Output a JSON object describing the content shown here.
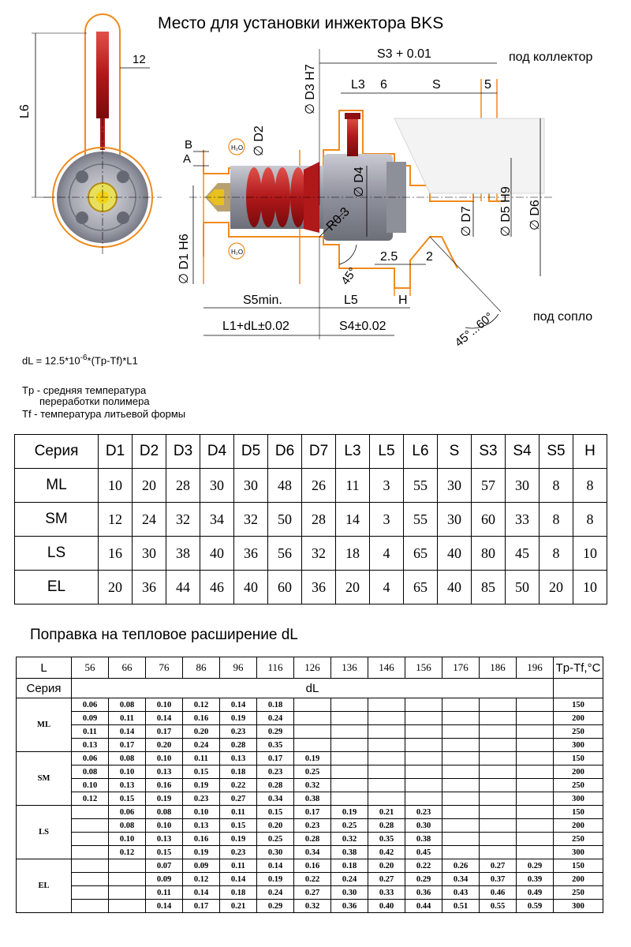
{
  "title": "Место для установки инжектора BKS",
  "drawing": {
    "collector_label": "под коллектор",
    "nozzle_label": "под сопло",
    "dims": {
      "L6": "L6",
      "d12": "12",
      "S3": "S3 + 0.01",
      "D3H7": "∅ D3 H7",
      "L3": "L3",
      "d6": "6",
      "S": "S",
      "d5": "5",
      "D2": "∅ D2",
      "B": "B",
      "A": "A",
      "D4": "∅ D4",
      "D1H6": "∅ D1 H6",
      "R03": "R0.3",
      "D7": "∅ D7",
      "D5H9": "∅ D5 H9",
      "D6": "∅ D6",
      "d25": "2.5",
      "d2": "2",
      "a45": "45°",
      "S5min": "S5min.",
      "L5": "L5",
      "H": "H",
      "L1dL": "L1+dL±0.02",
      "S4": "S4±0.02",
      "a4560": "45°...60°",
      "h2o": "H₂O"
    }
  },
  "formula": {
    "pre": "dL = 12.5*10",
    "exp": "-6",
    "post": "*(Tp-Tf)*L1"
  },
  "legend": {
    "tp_line1": "Tp - средняя температура",
    "tp_line2": "переработки полимера",
    "tf_line": "Tf - температура литьевой формы"
  },
  "series_table": {
    "headers": [
      "Серия",
      "D1",
      "D2",
      "D3",
      "D4",
      "D5",
      "D6",
      "D7",
      "L3",
      "L5",
      "L6",
      "S",
      "S3",
      "S4",
      "S5",
      "H"
    ],
    "rows": [
      [
        "ML",
        "10",
        "20",
        "28",
        "30",
        "30",
        "48",
        "26",
        "11",
        "3",
        "55",
        "30",
        "57",
        "30",
        "8",
        "8"
      ],
      [
        "SM",
        "12",
        "24",
        "32",
        "34",
        "32",
        "50",
        "28",
        "14",
        "3",
        "55",
        "30",
        "60",
        "33",
        "8",
        "8"
      ],
      [
        "LS",
        "16",
        "30",
        "38",
        "40",
        "36",
        "56",
        "32",
        "18",
        "4",
        "65",
        "40",
        "80",
        "45",
        "8",
        "10"
      ],
      [
        "EL",
        "20",
        "36",
        "44",
        "46",
        "40",
        "60",
        "36",
        "20",
        "4",
        "65",
        "40",
        "85",
        "50",
        "20",
        "10"
      ]
    ]
  },
  "dl_section_title": "Поправка на тепловое расширение dL",
  "dl_table": {
    "l_label": "L",
    "l_values": [
      "56",
      "66",
      "76",
      "86",
      "96",
      "116",
      "126",
      "136",
      "146",
      "156",
      "176",
      "186",
      "196"
    ],
    "temp_header": "Tp-Tf,°C",
    "series_label": "Серия",
    "dl_label": "dL",
    "temps": [
      "150",
      "200",
      "250",
      "300"
    ],
    "groups": [
      {
        "name": "ML",
        "rows": [
          [
            "0.06",
            "0.08",
            "0.10",
            "0.12",
            "0.14",
            "0.18",
            "",
            "",
            "",
            "",
            "",
            "",
            ""
          ],
          [
            "0.09",
            "0.11",
            "0.14",
            "0.16",
            "0.19",
            "0.24",
            "",
            "",
            "",
            "",
            "",
            "",
            ""
          ],
          [
            "0.11",
            "0.14",
            "0.17",
            "0.20",
            "0.23",
            "0.29",
            "",
            "",
            "",
            "",
            "",
            "",
            ""
          ],
          [
            "0.13",
            "0.17",
            "0.20",
            "0.24",
            "0.28",
            "0.35",
            "",
            "",
            "",
            "",
            "",
            "",
            ""
          ]
        ]
      },
      {
        "name": "SM",
        "rows": [
          [
            "0.06",
            "0.08",
            "0.10",
            "0.11",
            "0.13",
            "0.17",
            "0.19",
            "",
            "",
            "",
            "",
            "",
            ""
          ],
          [
            "0.08",
            "0.10",
            "0.13",
            "0.15",
            "0.18",
            "0.23",
            "0.25",
            "",
            "",
            "",
            "",
            "",
            ""
          ],
          [
            "0.10",
            "0.13",
            "0.16",
            "0.19",
            "0.22",
            "0.28",
            "0.32",
            "",
            "",
            "",
            "",
            "",
            ""
          ],
          [
            "0.12",
            "0.15",
            "0.19",
            "0.23",
            "0.27",
            "0.34",
            "0.38",
            "",
            "",
            "",
            "",
            "",
            ""
          ]
        ]
      },
      {
        "name": "LS",
        "rows": [
          [
            "",
            "0.06",
            "0.08",
            "0.10",
            "0.11",
            "0.15",
            "0.17",
            "0.19",
            "0.21",
            "0.23",
            "",
            "",
            ""
          ],
          [
            "",
            "0.08",
            "0.10",
            "0.13",
            "0.15",
            "0.20",
            "0.23",
            "0.25",
            "0.28",
            "0.30",
            "",
            "",
            ""
          ],
          [
            "",
            "0.10",
            "0.13",
            "0.16",
            "0.19",
            "0.25",
            "0.28",
            "0.32",
            "0.35",
            "0.38",
            "",
            "",
            ""
          ],
          [
            "",
            "0.12",
            "0.15",
            "0.19",
            "0.23",
            "0.30",
            "0.34",
            "0.38",
            "0.42",
            "0.45",
            "",
            "",
            ""
          ]
        ]
      },
      {
        "name": "EL",
        "rows": [
          [
            "",
            "",
            "0.07",
            "0.09",
            "0.11",
            "0.14",
            "0.16",
            "0.18",
            "0.20",
            "0.22",
            "0.26",
            "0.27",
            "0.29"
          ],
          [
            "",
            "",
            "0.09",
            "0.12",
            "0.14",
            "0.19",
            "0.22",
            "0.24",
            "0.27",
            "0.29",
            "0.34",
            "0.37",
            "0.39"
          ],
          [
            "",
            "",
            "0.11",
            "0.14",
            "0.18",
            "0.24",
            "0.27",
            "0.30",
            "0.33",
            "0.36",
            "0.43",
            "0.46",
            "0.49"
          ],
          [
            "",
            "",
            "0.14",
            "0.17",
            "0.21",
            "0.29",
            "0.32",
            "0.36",
            "0.40",
            "0.44",
            "0.51",
            "0.55",
            "0.59"
          ]
        ]
      }
    ]
  },
  "colors": {
    "orange": "#f08a1c",
    "red": "#c8201c",
    "steel": "#9a9ca8"
  }
}
